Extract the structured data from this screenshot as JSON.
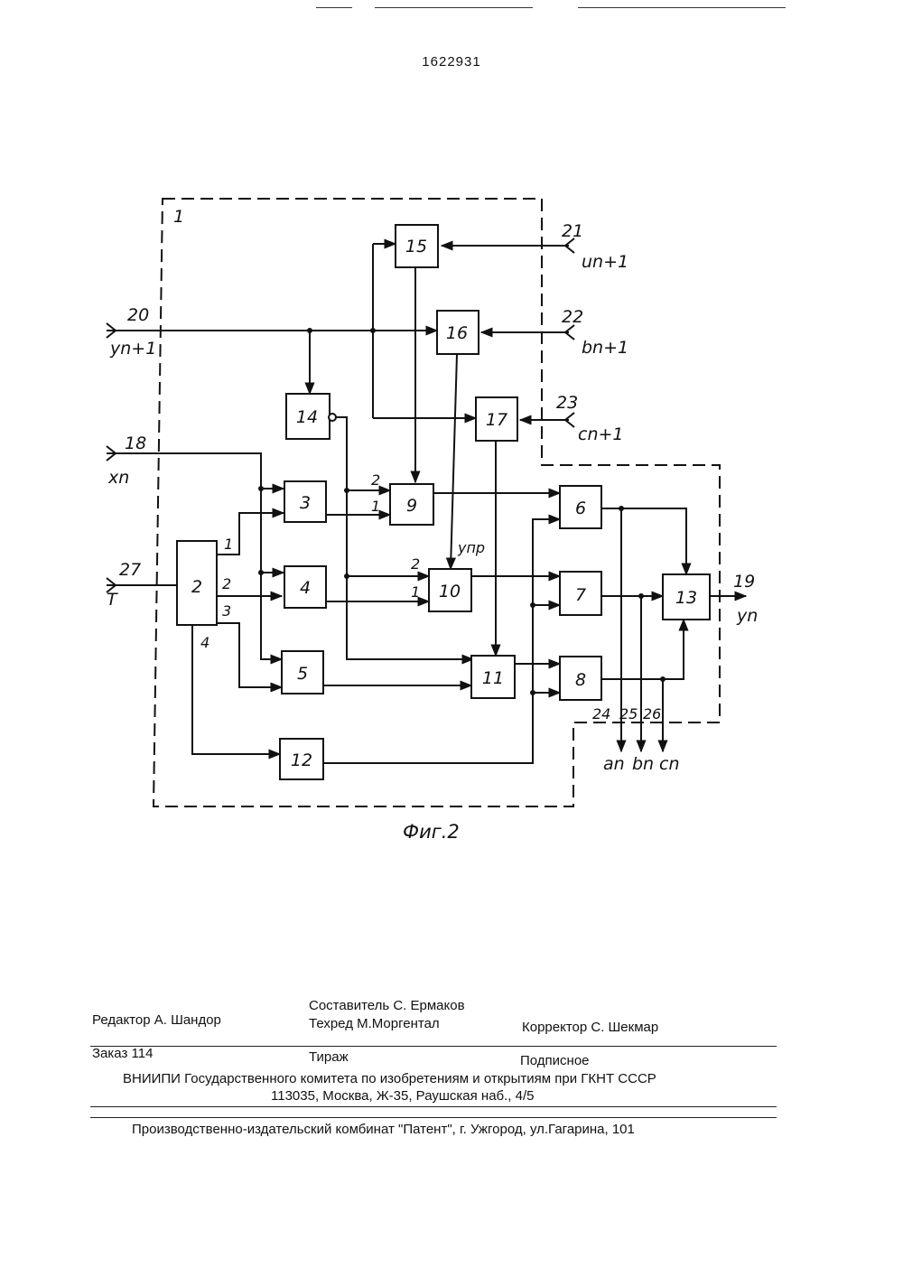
{
  "header": {
    "patent_number": "1622931"
  },
  "figure": {
    "caption": "Фиг.2",
    "frame_label": "1",
    "blocks": [
      {
        "id": "b2",
        "label": "2"
      },
      {
        "id": "b3",
        "label": "3"
      },
      {
        "id": "b4",
        "label": "4"
      },
      {
        "id": "b5",
        "label": "5"
      },
      {
        "id": "b6",
        "label": "6"
      },
      {
        "id": "b7",
        "label": "7"
      },
      {
        "id": "b8",
        "label": "8"
      },
      {
        "id": "b9",
        "label": "9"
      },
      {
        "id": "b10",
        "label": "10"
      },
      {
        "id": "b11",
        "label": "11"
      },
      {
        "id": "b12",
        "label": "12"
      },
      {
        "id": "b13",
        "label": "13"
      },
      {
        "id": "b14",
        "label": "14"
      },
      {
        "id": "b15",
        "label": "15"
      },
      {
        "id": "b16",
        "label": "16"
      },
      {
        "id": "b17",
        "label": "17"
      }
    ],
    "terminals": {
      "t18": {
        "number": "18",
        "signal": "xn"
      },
      "t20": {
        "number": "20",
        "signal": "yn+1"
      },
      "t21": {
        "number": "21",
        "signal": "un+1"
      },
      "t22": {
        "number": "22",
        "signal": "bn+1"
      },
      "t23": {
        "number": "23",
        "signal": "cn+1"
      },
      "t27": {
        "number": "27",
        "signal": "T"
      },
      "t19": {
        "number": "19",
        "signal": "yn"
      },
      "t24": {
        "number": "24",
        "signal": "an"
      },
      "t25": {
        "number": "25",
        "signal": "bn"
      },
      "t26": {
        "number": "26",
        "signal": "cn"
      }
    },
    "pins": {
      "b2_out1": "1",
      "b2_out2": "2",
      "b2_out3": "3",
      "b2_out4": "4",
      "b9_in2": "2",
      "b9_in1": "1",
      "b10_in2": "2",
      "b10_in1": "1"
    },
    "signal_ynp": "yпр"
  },
  "imprint": {
    "compiler": "Составитель  С. Ермаков",
    "editor": "Редактор  А. Шандор",
    "tech_editor": "Техред М.Моргентал",
    "proofreader": "Корректор  С. Шекмар",
    "order": "Заказ  114",
    "circulation": "Тираж",
    "subscription": "Подписное",
    "institute": "ВНИИПИ Государственного комитета по изобретениям и открытиям при ГКНТ СССР",
    "address": "113035, Москва, Ж-35, Раушская наб., 4/5",
    "publisher": "Производственно-издательский комбинат \"Патент\", г. Ужгород, ул.Гагарина, 101"
  }
}
